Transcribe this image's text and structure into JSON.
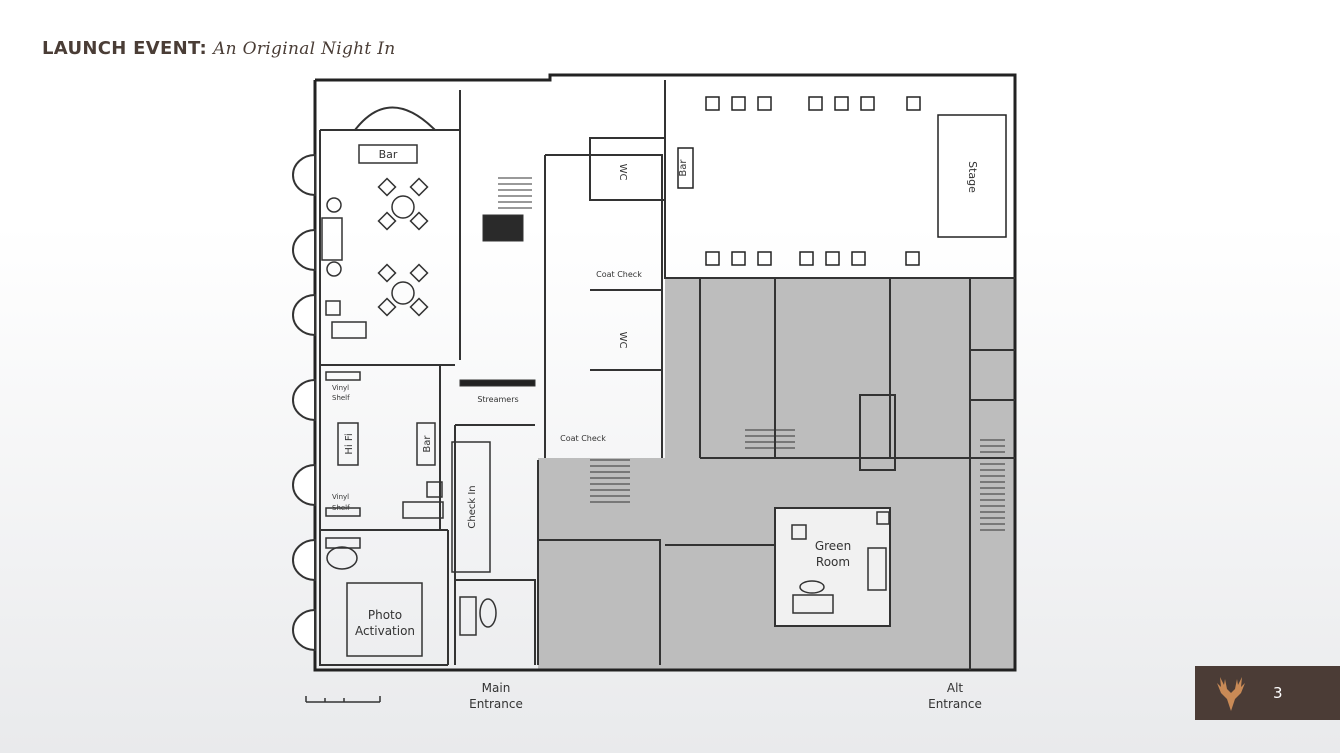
{
  "slide": {
    "title_bold": "LAUNCH EVENT:",
    "title_italic": "An Original Night In",
    "page_number": "3"
  },
  "plan_labels": {
    "bar_top": "Bar",
    "bar_hall": "Bar",
    "stage": "Stage",
    "wc_upper": "WC",
    "wc_lower": "WC",
    "coat_check_upper": "Coat Check",
    "coat_check_lower": "Coat Check",
    "streamers": "Streamers",
    "vinyl_shelf_top_1": "Vinyl",
    "vinyl_shelf_top_2": "Shelf",
    "vinyl_shelf_bottom_1": "Vinyl",
    "vinyl_shelf_bottom_2": "Shelf",
    "hifi": "Hi Fi",
    "bar_side": "Bar",
    "check_in": "Check In",
    "photo_activation_1": "Photo",
    "photo_activation_2": "Activation",
    "green_room_1": "Green",
    "green_room_2": "Room",
    "main_entrance_1": "Main",
    "main_entrance_2": "Entrance",
    "alt_entrance_1": "Alt",
    "alt_entrance_2": "Entrance"
  },
  "colors": {
    "brand_dark": "#4b3c36",
    "logo_accent": "#c98a56",
    "restricted_area": "#b9b9b9"
  },
  "icons": {
    "logo": "stag-logo-icon"
  }
}
